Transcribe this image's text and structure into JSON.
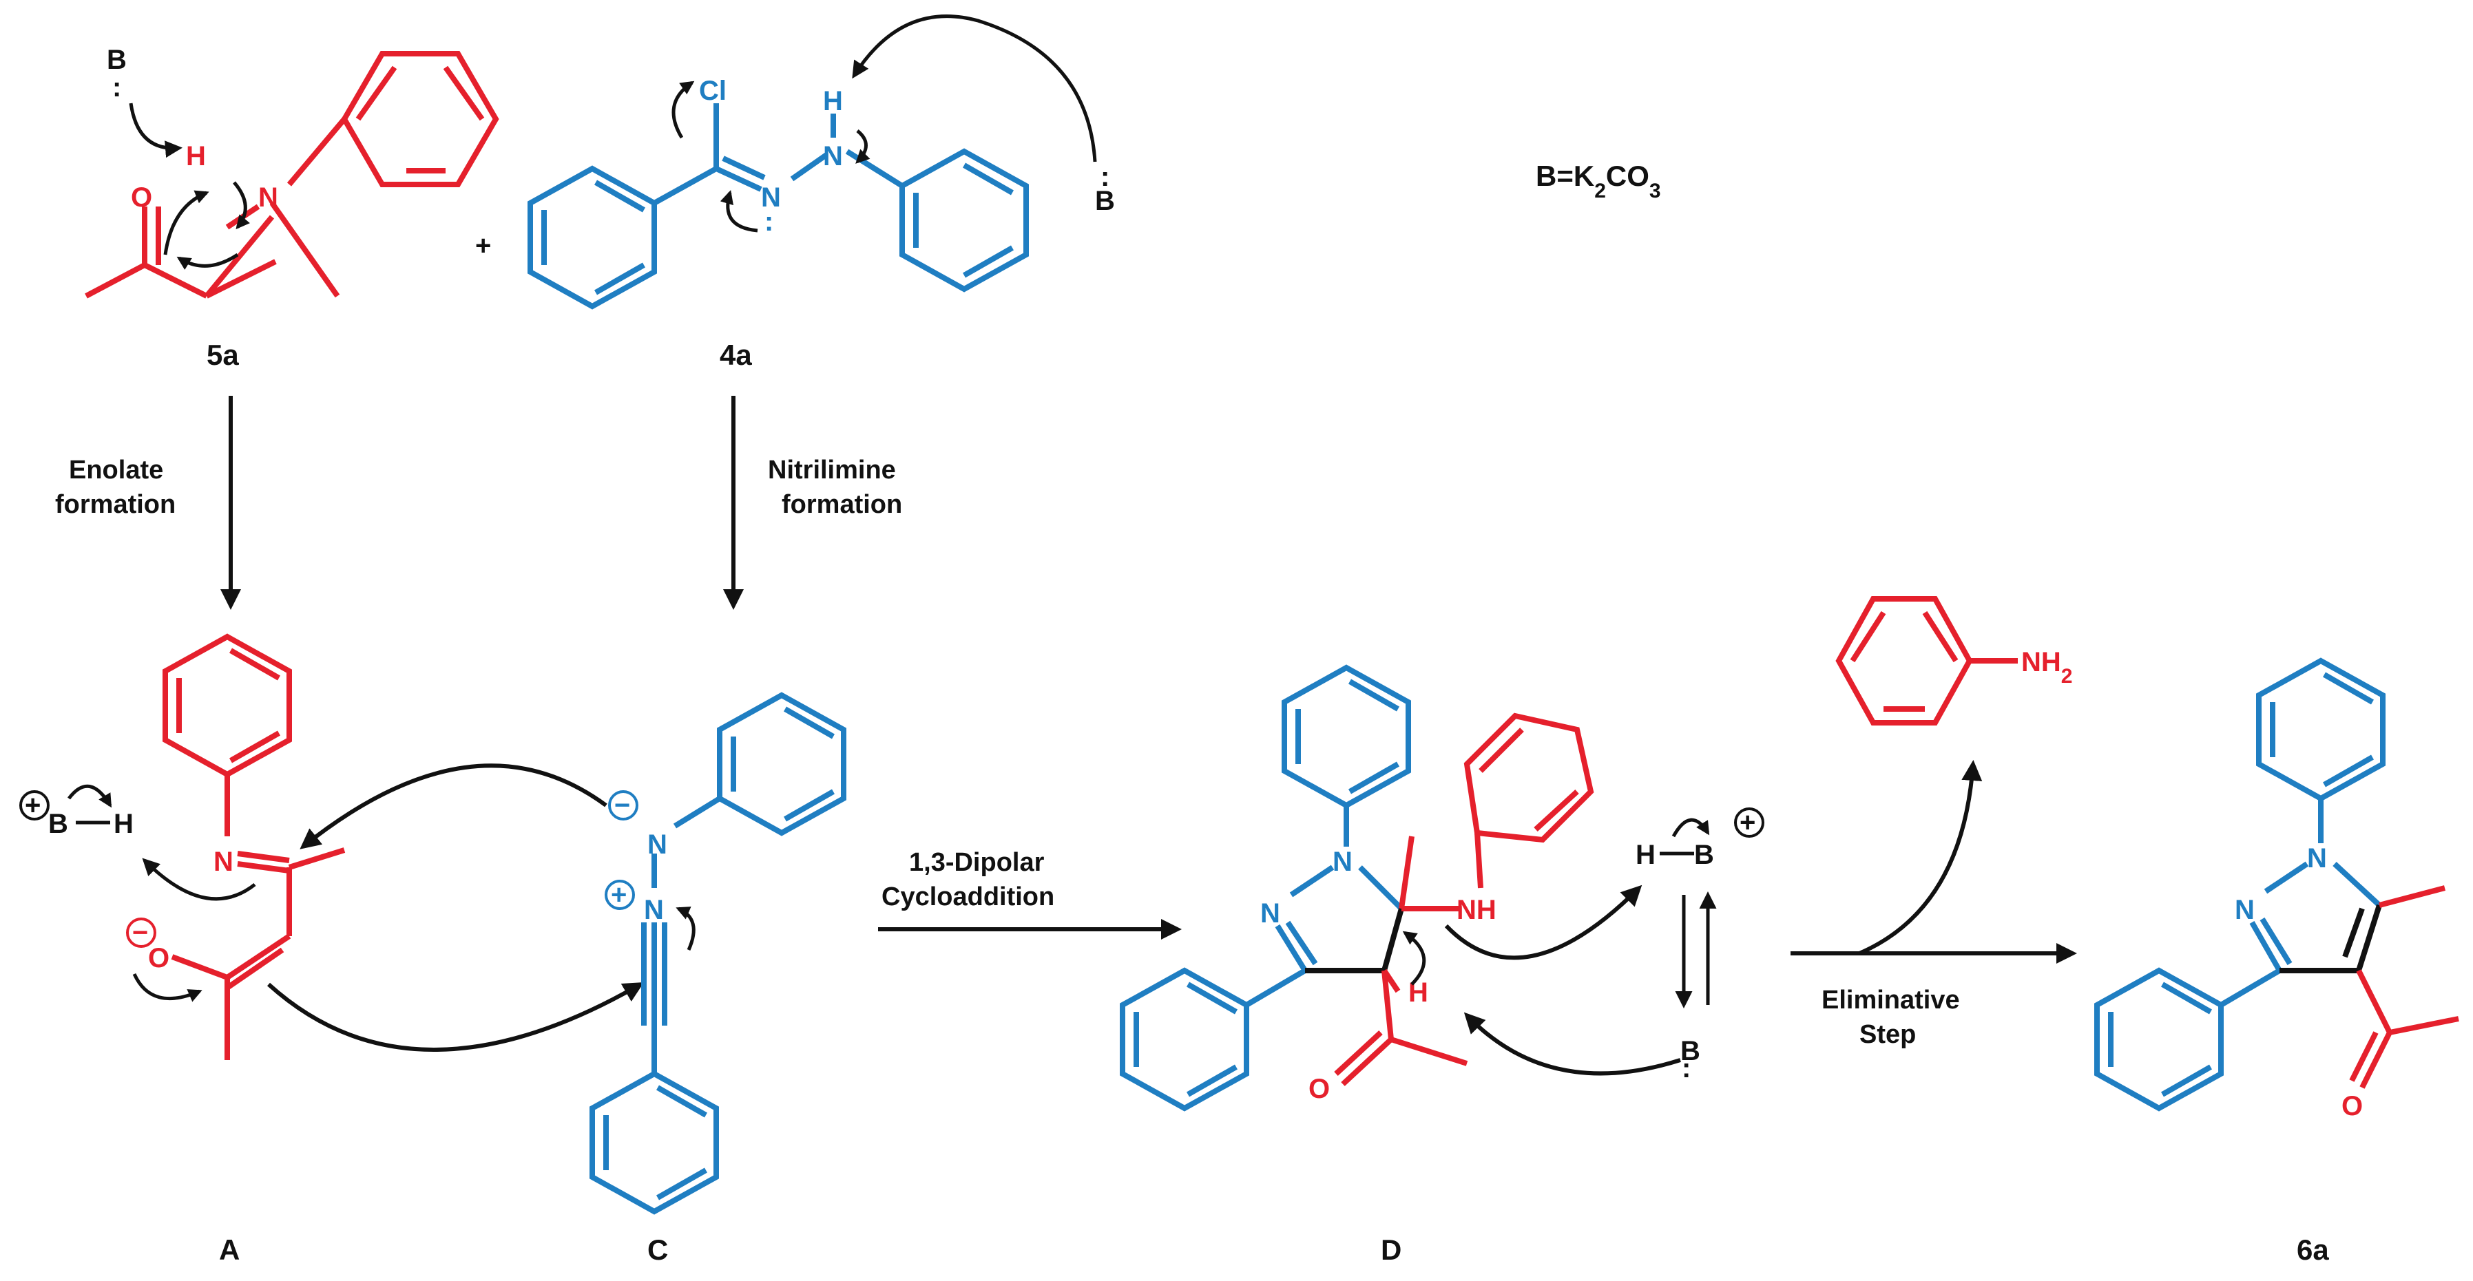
{
  "colors": {
    "red": "#e5202c",
    "blue": "#1f7ec2",
    "black": "#111111"
  },
  "base_note": {
    "prefix": "B=K",
    "sub2": "2",
    "mid": "CO",
    "sub3": "3"
  },
  "compounds": {
    "c5a": "5a",
    "c4a": "4a",
    "cA": "A",
    "cC": "C",
    "cD": "D",
    "c6a": "6a"
  },
  "steps": {
    "enolate_1": "Enolate",
    "enolate_2": "formation",
    "nitrile_1": "Nitrilimine",
    "nitrile_2": "formation",
    "dipolar_1": "1,3-Dipolar",
    "dipolar_2": "Cycloaddition",
    "elim_1": "Eliminative",
    "elim_2": "Step"
  },
  "atoms": {
    "B": "B",
    "H": "H",
    "N": "N",
    "O": "O",
    "Cl": "Cl",
    "NH": "NH",
    "NH2_main": "NH",
    "NH2_sub": "2",
    "plus": "+",
    "minus": "−",
    "lone_pair": ":"
  }
}
